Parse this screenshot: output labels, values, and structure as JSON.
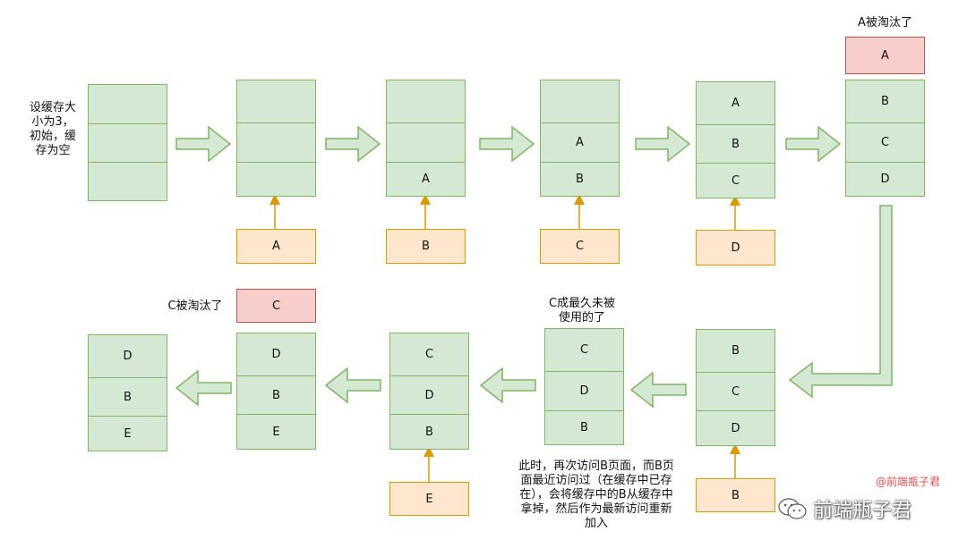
{
  "intro_text": "设缓存大小为3，初始，缓存为空",
  "evict_note_a": "A被淘汰了",
  "evict_note_c": "C被淘汰了",
  "lru_note": "C成最久未被使用的了",
  "revisit_note": "此时，再次访问B页面，而B页面最近访问过（在缓存中已存在），会将缓存中的B从缓存中拿掉，然后作为最新访问重新加入",
  "stacks": {
    "s1": [
      "",
      "",
      ""
    ],
    "s2": [
      "",
      "",
      ""
    ],
    "s3": [
      "",
      "",
      "A"
    ],
    "s4": [
      "",
      "A",
      "B"
    ],
    "s5": [
      "A",
      "B",
      "C"
    ],
    "s6": [
      "B",
      "C",
      "D"
    ],
    "s7": [
      "B",
      "C",
      "D"
    ],
    "s8": [
      "C",
      "D",
      "B"
    ],
    "s9": [
      "C",
      "D",
      "B"
    ],
    "s10": [
      "D",
      "B",
      "E"
    ],
    "s11": [
      "D",
      "B",
      "E"
    ]
  },
  "inputs": {
    "i2": "A",
    "i3": "B",
    "i4": "C",
    "i5": "D",
    "i7": "B",
    "i9": "E"
  },
  "evicted": {
    "e6": "A",
    "e10": "C"
  },
  "watermark": {
    "handle": "@前端瓶子君",
    "brand": "前端瓶子君"
  }
}
